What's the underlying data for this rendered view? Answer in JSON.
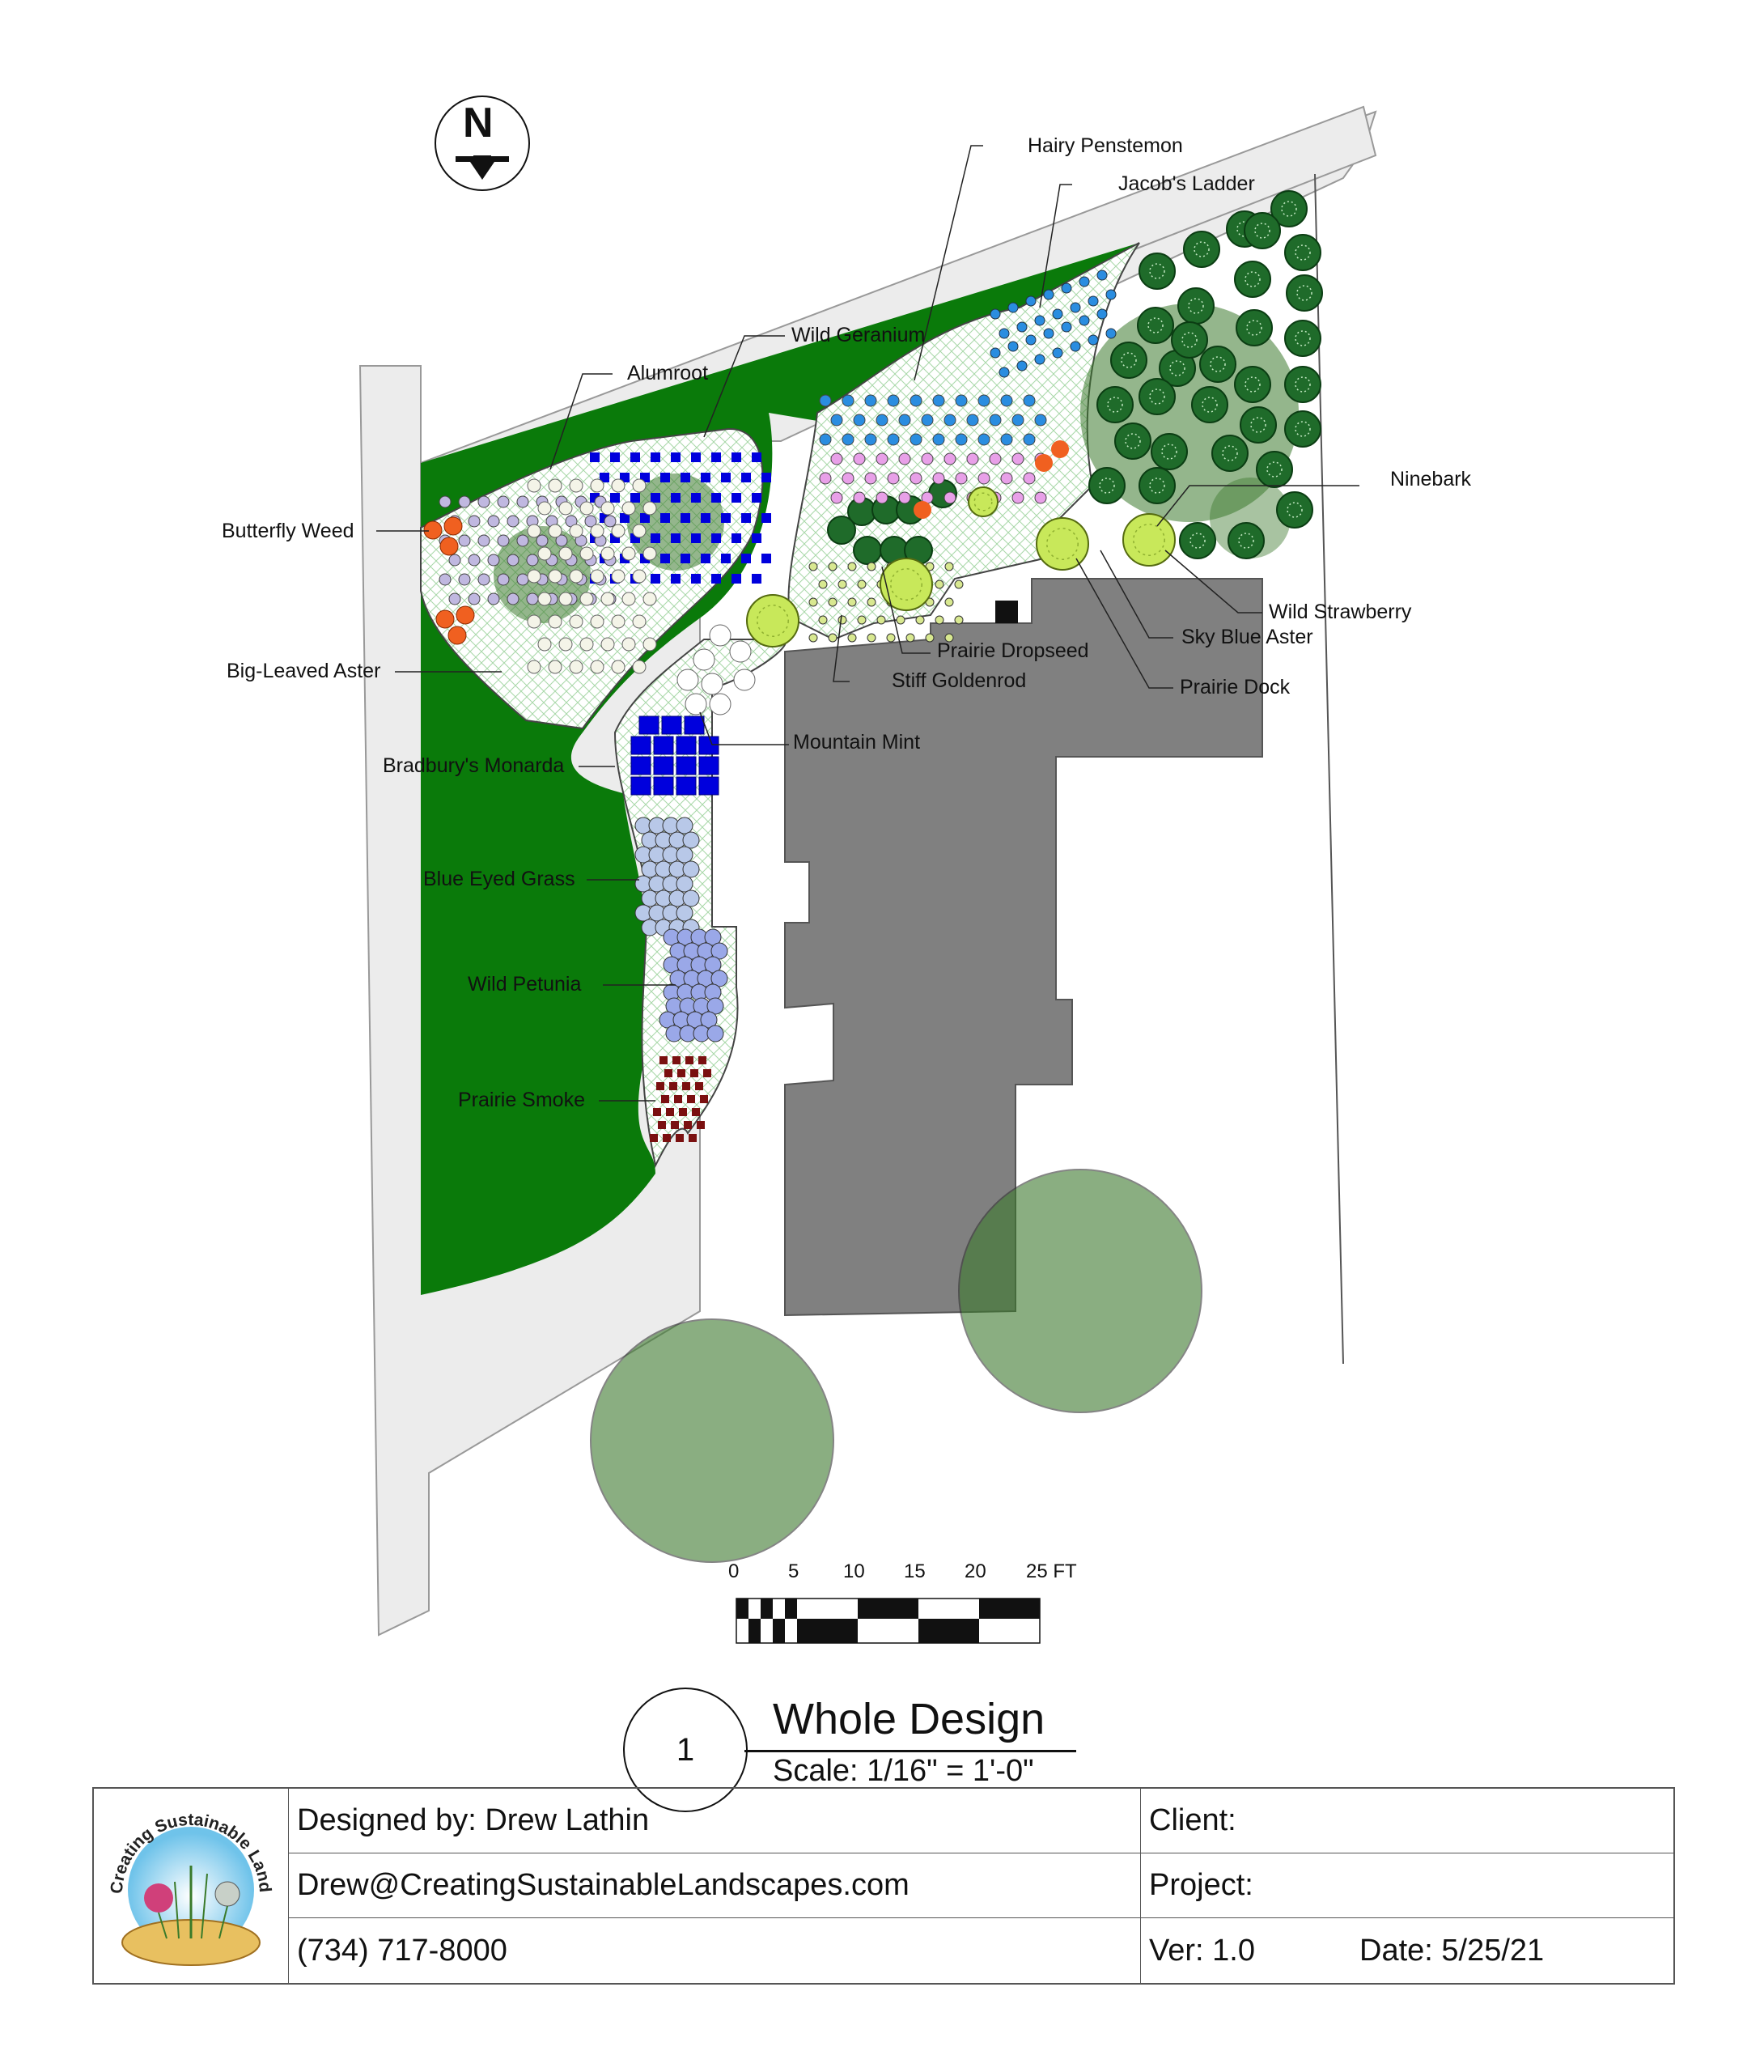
{
  "north_arrow": {
    "letter": "N"
  },
  "labels": {
    "hairy_penstemon": "Hairy Penstemon",
    "jacobs_ladder": "Jacob's Ladder",
    "wild_geranium": "Wild Geranium",
    "alumroot": "Alumroot",
    "butterfly_weed": "Butterfly Weed",
    "big_leaved_aster": "Big-Leaved Aster",
    "bradburys_monarda": "Bradbury's Monarda",
    "blue_eyed_grass": "Blue Eyed Grass",
    "wild_petunia": "Wild Petunia",
    "prairie_smoke": "Prairie Smoke",
    "ninebark": "Ninebark",
    "wild_strawberry": "Wild Strawberry",
    "sky_blue_aster": "Sky Blue Aster",
    "prairie_dropseed": "Prairie Dropseed",
    "stiff_goldenrod": "Stiff Goldenrod",
    "prairie_dock": "Prairie Dock",
    "mountain_mint": "Mountain Mint"
  },
  "scale_bar": {
    "ticks": [
      "0",
      "5",
      "10",
      "15",
      "20",
      "25 FT"
    ]
  },
  "title": {
    "number": "1",
    "name": "Whole Design",
    "scale": "Scale: 1/16\" = 1'-0\""
  },
  "title_block": {
    "designed_by": "Designed by: Drew Lathin",
    "email": "Drew@CreatingSustainableLandscapes.com",
    "phone": "(734) 717-8000",
    "client": "Client:",
    "project": "Project:",
    "version": "Ver: 1.0",
    "date": "Date: 5/25/21",
    "logo_text": "Creating Sustainable Landscapes"
  },
  "colors": {
    "lawn": "#0a7a0a",
    "paving": "#ececec",
    "house": "#808080",
    "tree": "#3d7a2e",
    "shrub_dark": "#1f6b2a",
    "yellow_green": "#c8e85a",
    "monarda": "#0000dd",
    "penstemon": "#e8a0e8",
    "jacobs_ladder": "#2a8de0",
    "butterfly_weed": "#f06020",
    "prairie_smoke": "#7a1010",
    "blue_eyed_grass": "#b8c8e8",
    "wild_petunia": "#9aa8e8"
  }
}
